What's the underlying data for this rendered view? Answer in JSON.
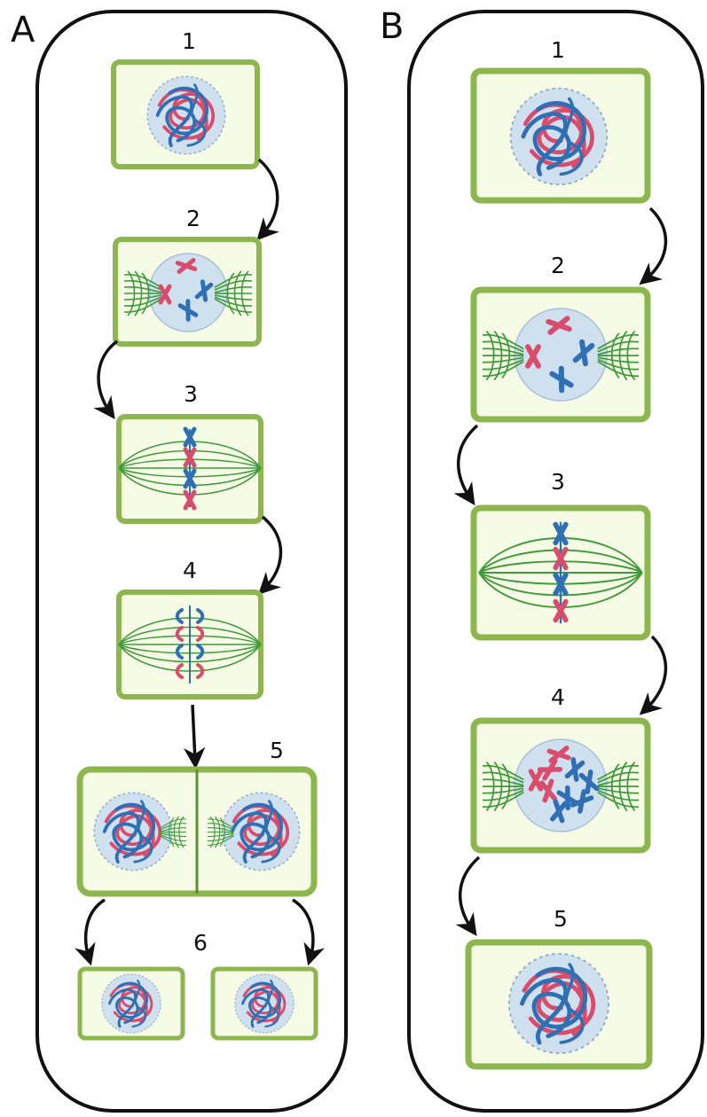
{
  "panels": {
    "a": {
      "label": "A",
      "steps": [
        "1",
        "2",
        "3",
        "4",
        "5",
        "6"
      ]
    },
    "b": {
      "label": "B",
      "steps": [
        "1",
        "2",
        "3",
        "4",
        "5"
      ]
    }
  },
  "colors": {
    "cell_wall": "#8db64e",
    "cytoplasm": "#f6fbe6",
    "nucleus": "#cfe0ef",
    "chromosome_red": "#d94c6b",
    "chromosome_blue": "#2f6fb3",
    "spindle": "#3f9a3a",
    "outline": "#111111"
  },
  "icons": [
    "cell-wall-icon",
    "nucleus-icon",
    "chromosome-icon",
    "spindle-fiber-icon",
    "arrow-icon"
  ]
}
